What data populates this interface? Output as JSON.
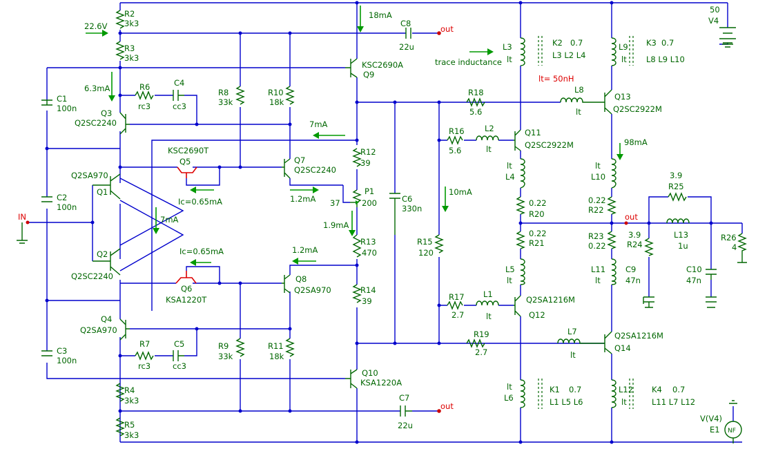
{
  "net": {
    "out_top": "out",
    "out_bot": "out",
    "out_main": "out",
    "in": "IN"
  },
  "parts": {
    "r2": [
      "R2",
      "3k3"
    ],
    "r3": [
      "R3",
      "3k3"
    ],
    "r4": [
      "R4",
      "3k3"
    ],
    "r5": [
      "R5",
      "3k3"
    ],
    "r6": [
      "R6",
      "rc3"
    ],
    "r7": [
      "R7",
      "rc3"
    ],
    "r8": [
      "R8",
      "33k"
    ],
    "r9": [
      "R9",
      "33k"
    ],
    "r10": [
      "R10",
      "18k"
    ],
    "r11": [
      "R11",
      "18k"
    ],
    "r12": [
      "R12",
      "39"
    ],
    "r13": [
      "R13",
      "470"
    ],
    "r14": [
      "R14",
      "39"
    ],
    "r15": [
      "R15",
      "120"
    ],
    "r16": [
      "R16",
      "5.6"
    ],
    "r17": [
      "R17",
      "2.7"
    ],
    "r18": [
      "R18",
      "5.6"
    ],
    "r19": [
      "R19",
      "2.7"
    ],
    "r20": [
      "0.22",
      "R20"
    ],
    "r21": [
      "0.22",
      "R21"
    ],
    "r22": [
      "0.22",
      "R22"
    ],
    "r23": [
      "R23",
      "0.22"
    ],
    "r24": [
      "3.9",
      "R24"
    ],
    "r25": [
      "3.9",
      "R25"
    ],
    "r26": [
      "R26",
      "4"
    ],
    "c1": [
      "C1",
      "100n"
    ],
    "c2": [
      "C2",
      "100n"
    ],
    "c3": [
      "C3",
      "100n"
    ],
    "c4": [
      "C4",
      "cc3"
    ],
    "c5": [
      "C5",
      "cc3"
    ],
    "c6": [
      "C6",
      "330n"
    ],
    "c7": [
      "C7",
      "22u"
    ],
    "c8": [
      "C8",
      "22u"
    ],
    "c9": [
      "C9",
      "47n"
    ],
    "c10": [
      "C10",
      "47n"
    ],
    "q1": [
      "Q2SA970",
      "Q1"
    ],
    "q2": [
      "Q2",
      "Q2SC2240"
    ],
    "q3": [
      "Q3",
      "Q2SC2240"
    ],
    "q4": [
      "Q4",
      "Q2SA970"
    ],
    "q5": [
      "KSC2690T",
      "Q5"
    ],
    "q6": [
      "Q6",
      "KSA1220T"
    ],
    "q7": [
      "Q7",
      "Q2SC2240"
    ],
    "q8": [
      "Q8",
      "Q2SA970"
    ],
    "q9": [
      "KSC2690A",
      "Q9"
    ],
    "q10": [
      "Q10",
      "KSA1220A"
    ],
    "q11": [
      "Q11",
      "Q2SC2922M"
    ],
    "q12": [
      "Q2SA1216M",
      "Q12"
    ],
    "q13": [
      "Q13",
      "Q2SC2922M"
    ],
    "q14": [
      "Q2SA1216M",
      "Q14"
    ],
    "p1": [
      "P1",
      "200",
      "37"
    ],
    "l1": [
      "L1",
      "lt"
    ],
    "l2": [
      "L2",
      "lt"
    ],
    "l3": [
      "L3",
      "lt"
    ],
    "l4": [
      "lt",
      "L4"
    ],
    "l5": [
      "L5",
      "lt"
    ],
    "l6": [
      "lt",
      "L6"
    ],
    "l7": [
      "L7",
      "lt"
    ],
    "l8": [
      "L8",
      "lt"
    ],
    "l9": [
      "L9",
      "lt"
    ],
    "l10": [
      "lt",
      "L10"
    ],
    "l11": [
      "L11",
      "lt"
    ],
    "l12": [
      "L12",
      "lt"
    ],
    "l13": [
      "L13",
      "1u"
    ],
    "k1": [
      "K1",
      "0.7",
      "L1 L5 L6"
    ],
    "k2": [
      "K2",
      "0.7",
      "L3 L2 L4"
    ],
    "k3": [
      "K3",
      "0.7",
      "L8 L9 L10"
    ],
    "k4": [
      "K4",
      "0.7",
      "L11 L7 L12"
    ],
    "v4": [
      "50",
      "V4"
    ],
    "e1": [
      "V(V4)",
      "E1",
      "NF"
    ]
  },
  "notes": {
    "i18": "18mA",
    "i7a": "7mA",
    "i7b": "7mA",
    "i63": "6.3mA",
    "v226": "22.6V",
    "ic1": "Ic=0.65mA",
    "ic2": "Ic=0.65mA",
    "i12a": "1.2mA",
    "i12b": "1.2mA",
    "i19": "1.9mA",
    "i10": "10mA",
    "i98": "98mA",
    "trace": "trace inductance",
    "lt": "lt= 50nH"
  },
  "colors": {
    "wire": "#0000cc",
    "part": "#006600",
    "arrow": "#009900",
    "highlight": "#dd0000",
    "background": "#ffffff"
  }
}
